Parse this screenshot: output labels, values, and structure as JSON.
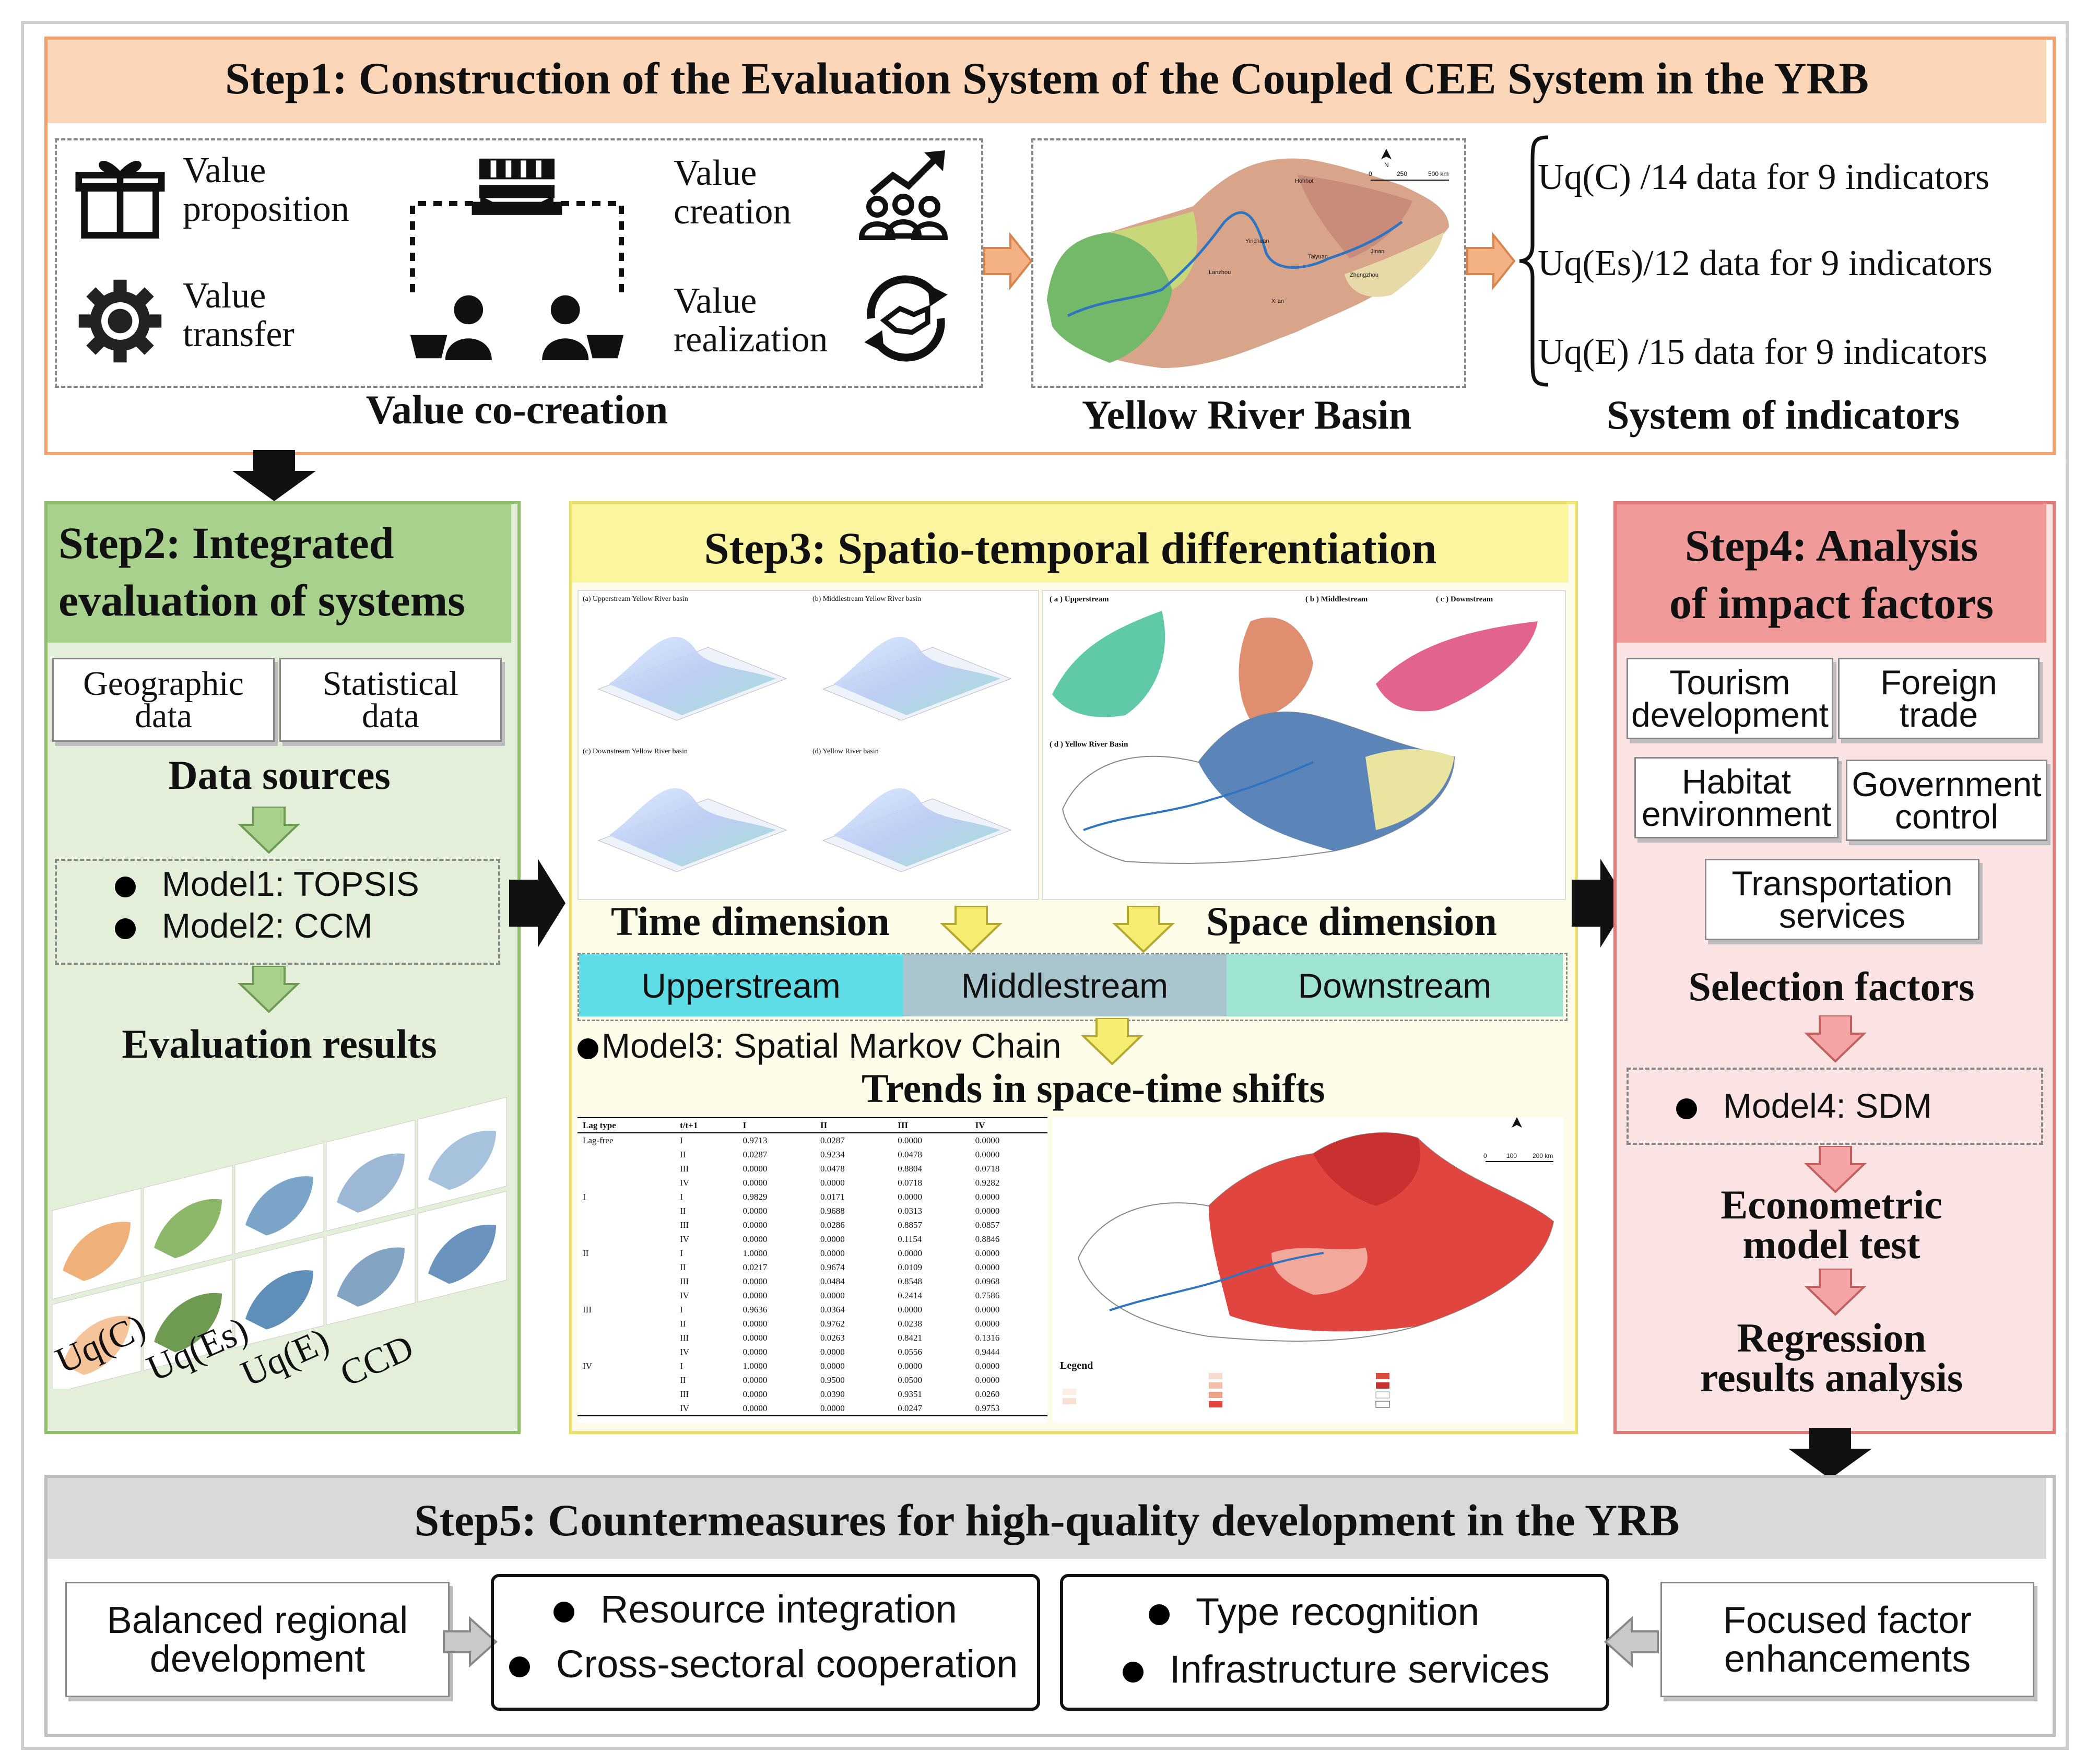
{
  "step1": {
    "title": "Step1: Construction of the Evaluation System of the Coupled CEE System in the YRB",
    "value_items": {
      "proposition": "Value\nproposition",
      "transfer": "Value\ntransfer",
      "creation": "Value\ncreation",
      "realization": "Value\nrealization"
    },
    "value_label": "Value co-creation",
    "map_label": "Yellow River Basin",
    "indicators": [
      "Uq(C) /14 data for 9 indicators",
      "Uq(Es)/12 data for 9 indicators",
      "Uq(E) /15 data for 9 indicators"
    ],
    "indicators_label": "System of indicators",
    "colors": {
      "header": "#fbd6b8",
      "border": "#f3a06e"
    }
  },
  "step2": {
    "title_line1": "Step2: Integrated",
    "title_line2": "evaluation of systems",
    "docs": [
      "Geographic\ndata",
      "Statistical\ndata"
    ],
    "data_sources": "Data sources",
    "models": [
      "Model1: TOPSIS",
      "Model2: CCM"
    ],
    "results": "Evaluation results",
    "map_labels": [
      "Uq(C)",
      "Uq(Es)",
      "Uq(E)",
      "CCD"
    ],
    "colors": {
      "header": "#a9d18e",
      "bg": "#e3efd9",
      "border": "#8fbf6b"
    }
  },
  "step3": {
    "title": "Step3: Spatio-temporal differentiation",
    "surface_titles": [
      "(a) Upperstream Yellow River basin",
      "(b) Middlestream Yellow River basin",
      "(c) Downstream Yellow River basin",
      "(d) Yellow River basin"
    ],
    "map_titles": [
      "( a ) Upperstream",
      "( b ) Middlestream",
      "( c ) Downstream",
      "( d ) Yellow River Basin"
    ],
    "time_dim": "Time dimension",
    "space_dim": "Space dimension",
    "streams": [
      "Upperstream",
      "Middlestream",
      "Downstream"
    ],
    "model3": "Model3: Spatial Markov Chain",
    "trends": "Trends in space-time shifts",
    "table": {
      "headers": [
        "Lag type",
        "t/t+1",
        "I",
        "II",
        "III",
        "IV"
      ],
      "rows": [
        [
          "Lag-free",
          "I",
          "0.9713",
          "0.0287",
          "0.0000",
          "0.0000"
        ],
        [
          "",
          "II",
          "0.0287",
          "0.9234",
          "0.0478",
          "0.0000"
        ],
        [
          "",
          "III",
          "0.0000",
          "0.0478",
          "0.8804",
          "0.0718"
        ],
        [
          "",
          "IV",
          "0.0000",
          "0.0000",
          "0.0718",
          "0.9282"
        ],
        [
          "I",
          "I",
          "0.9829",
          "0.0171",
          "0.0000",
          "0.0000"
        ],
        [
          "",
          "II",
          "0.0000",
          "0.9688",
          "0.0313",
          "0.0000"
        ],
        [
          "",
          "III",
          "0.0000",
          "0.0286",
          "0.8857",
          "0.0857"
        ],
        [
          "",
          "IV",
          "0.0000",
          "0.0000",
          "0.1154",
          "0.8846"
        ],
        [
          "II",
          "I",
          "1.0000",
          "0.0000",
          "0.0000",
          "0.0000"
        ],
        [
          "",
          "II",
          "0.0217",
          "0.9674",
          "0.0109",
          "0.0000"
        ],
        [
          "",
          "III",
          "0.0000",
          "0.0484",
          "0.8548",
          "0.0968"
        ],
        [
          "",
          "IV",
          "0.0000",
          "0.0000",
          "0.2414",
          "0.7586"
        ],
        [
          "III",
          "I",
          "0.9636",
          "0.0364",
          "0.0000",
          "0.0000"
        ],
        [
          "",
          "II",
          "0.0000",
          "0.9762",
          "0.0238",
          "0.0000"
        ],
        [
          "",
          "III",
          "0.0000",
          "0.0263",
          "0.8421",
          "0.1316"
        ],
        [
          "",
          "IV",
          "0.0000",
          "0.0000",
          "0.0556",
          "0.9444"
        ],
        [
          "IV",
          "I",
          "1.0000",
          "0.0000",
          "0.0000",
          "0.0000"
        ],
        [
          "",
          "II",
          "0.0000",
          "0.9500",
          "0.0500",
          "0.0000"
        ],
        [
          "",
          "III",
          "0.0000",
          "0.0390",
          "0.9351",
          "0.0260"
        ],
        [
          "",
          "IV",
          "0.0000",
          "0.0000",
          "0.0247",
          "0.9753"
        ]
      ]
    },
    "legend_title": "Legend",
    "colors": {
      "header": "#fbf59f",
      "bg": "#fdfce8",
      "border": "#e8df6a",
      "upper": "#5fdde6",
      "middle": "#a9c6cf",
      "down": "#9fe3d3"
    }
  },
  "step4": {
    "title_line1": "Step4: Analysis",
    "title_line2": "of impact factors",
    "docs": [
      "Tourism\ndevelopment",
      "Foreign\ntrade",
      "Habitat\nenvironment",
      "Government\ncontrol",
      "Transportation\nservices"
    ],
    "selection": "Selection factors",
    "model4": "Model4: SDM",
    "econ": "Econometric\nmodel test",
    "regression": "Regression\nresults analysis",
    "colors": {
      "header": "#f09a9a",
      "bg": "#fbe3e3",
      "border": "#e37a7a"
    }
  },
  "step5": {
    "title": "Step5: Countermeasures for high-quality development in the YRB",
    "left_doc": "Balanced regional\ndevelopment",
    "right_doc": "Focused factor\nenhancements",
    "left_bullets": [
      "Resource integration",
      "Cross-sectoral cooperation"
    ],
    "right_bullets": [
      "Type recognition",
      "Infrastructure services"
    ],
    "colors": {
      "header": "#d9d9d9",
      "border": "#bfbfbf"
    }
  }
}
